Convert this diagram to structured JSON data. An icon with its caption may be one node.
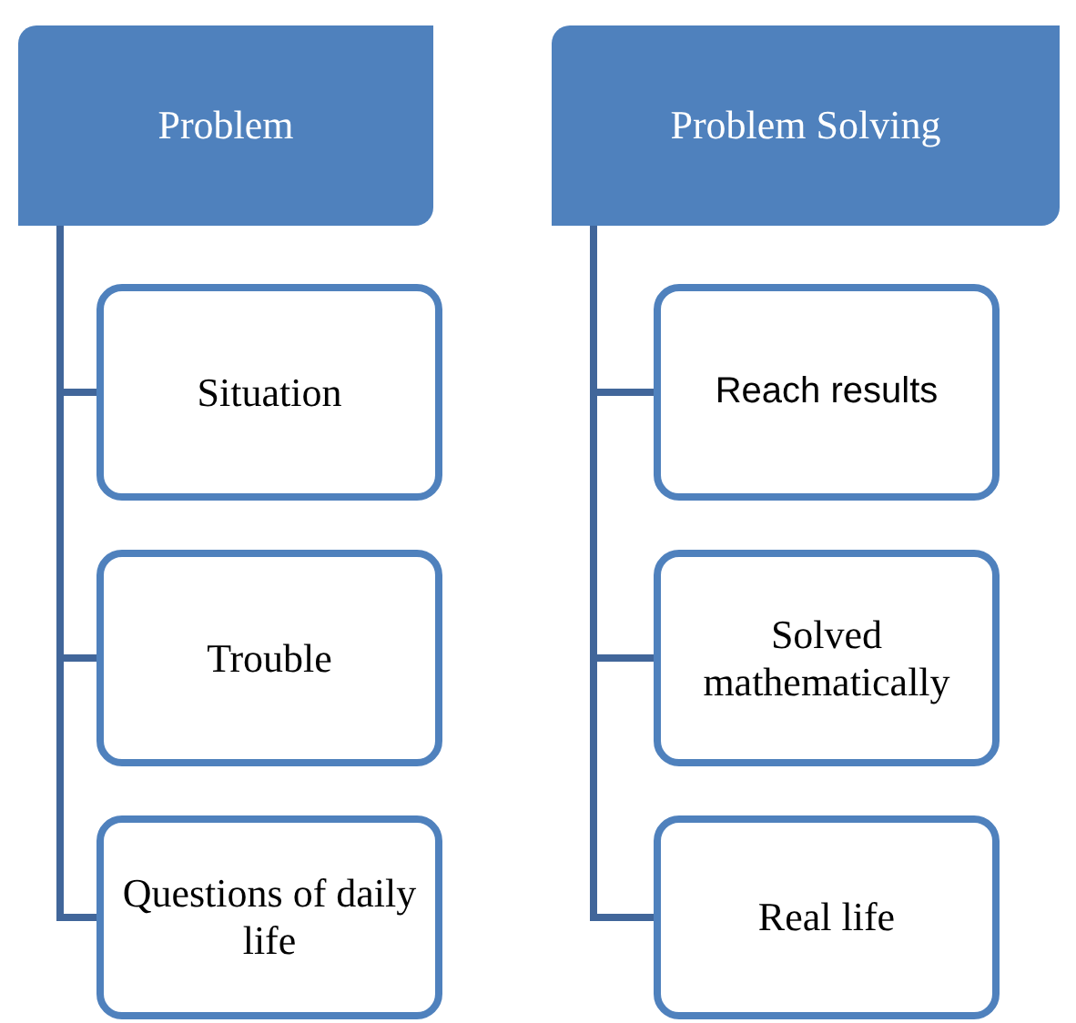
{
  "diagram": {
    "nodes": [
      {
        "text": [
          "Problem"
        ]
      },
      {
        "text": [
          "Situation"
        ]
      },
      {
        "text": [
          "Trouble"
        ]
      },
      {
        "text": [
          "Questions of daily life"
        ]
      },
      {
        "text": [
          "Problem Solving"
        ]
      },
      {
        "text": [
          "Reach results"
        ]
      },
      {
        "text": [
          "Solved mathematically"
        ]
      },
      {
        "text": [
          "Real life"
        ]
      }
    ],
    "edges": [
      {
        "from": 0,
        "to": 1,
        "arrow": "none"
      },
      {
        "from": 0,
        "to": 2,
        "arrow": "none"
      },
      {
        "from": 0,
        "to": 3,
        "arrow": "none"
      },
      {
        "from": 4,
        "to": 5,
        "arrow": "none"
      },
      {
        "from": 4,
        "to": 6,
        "arrow": "none"
      },
      {
        "from": 4,
        "to": 7,
        "arrow": "none"
      }
    ]
  }
}
